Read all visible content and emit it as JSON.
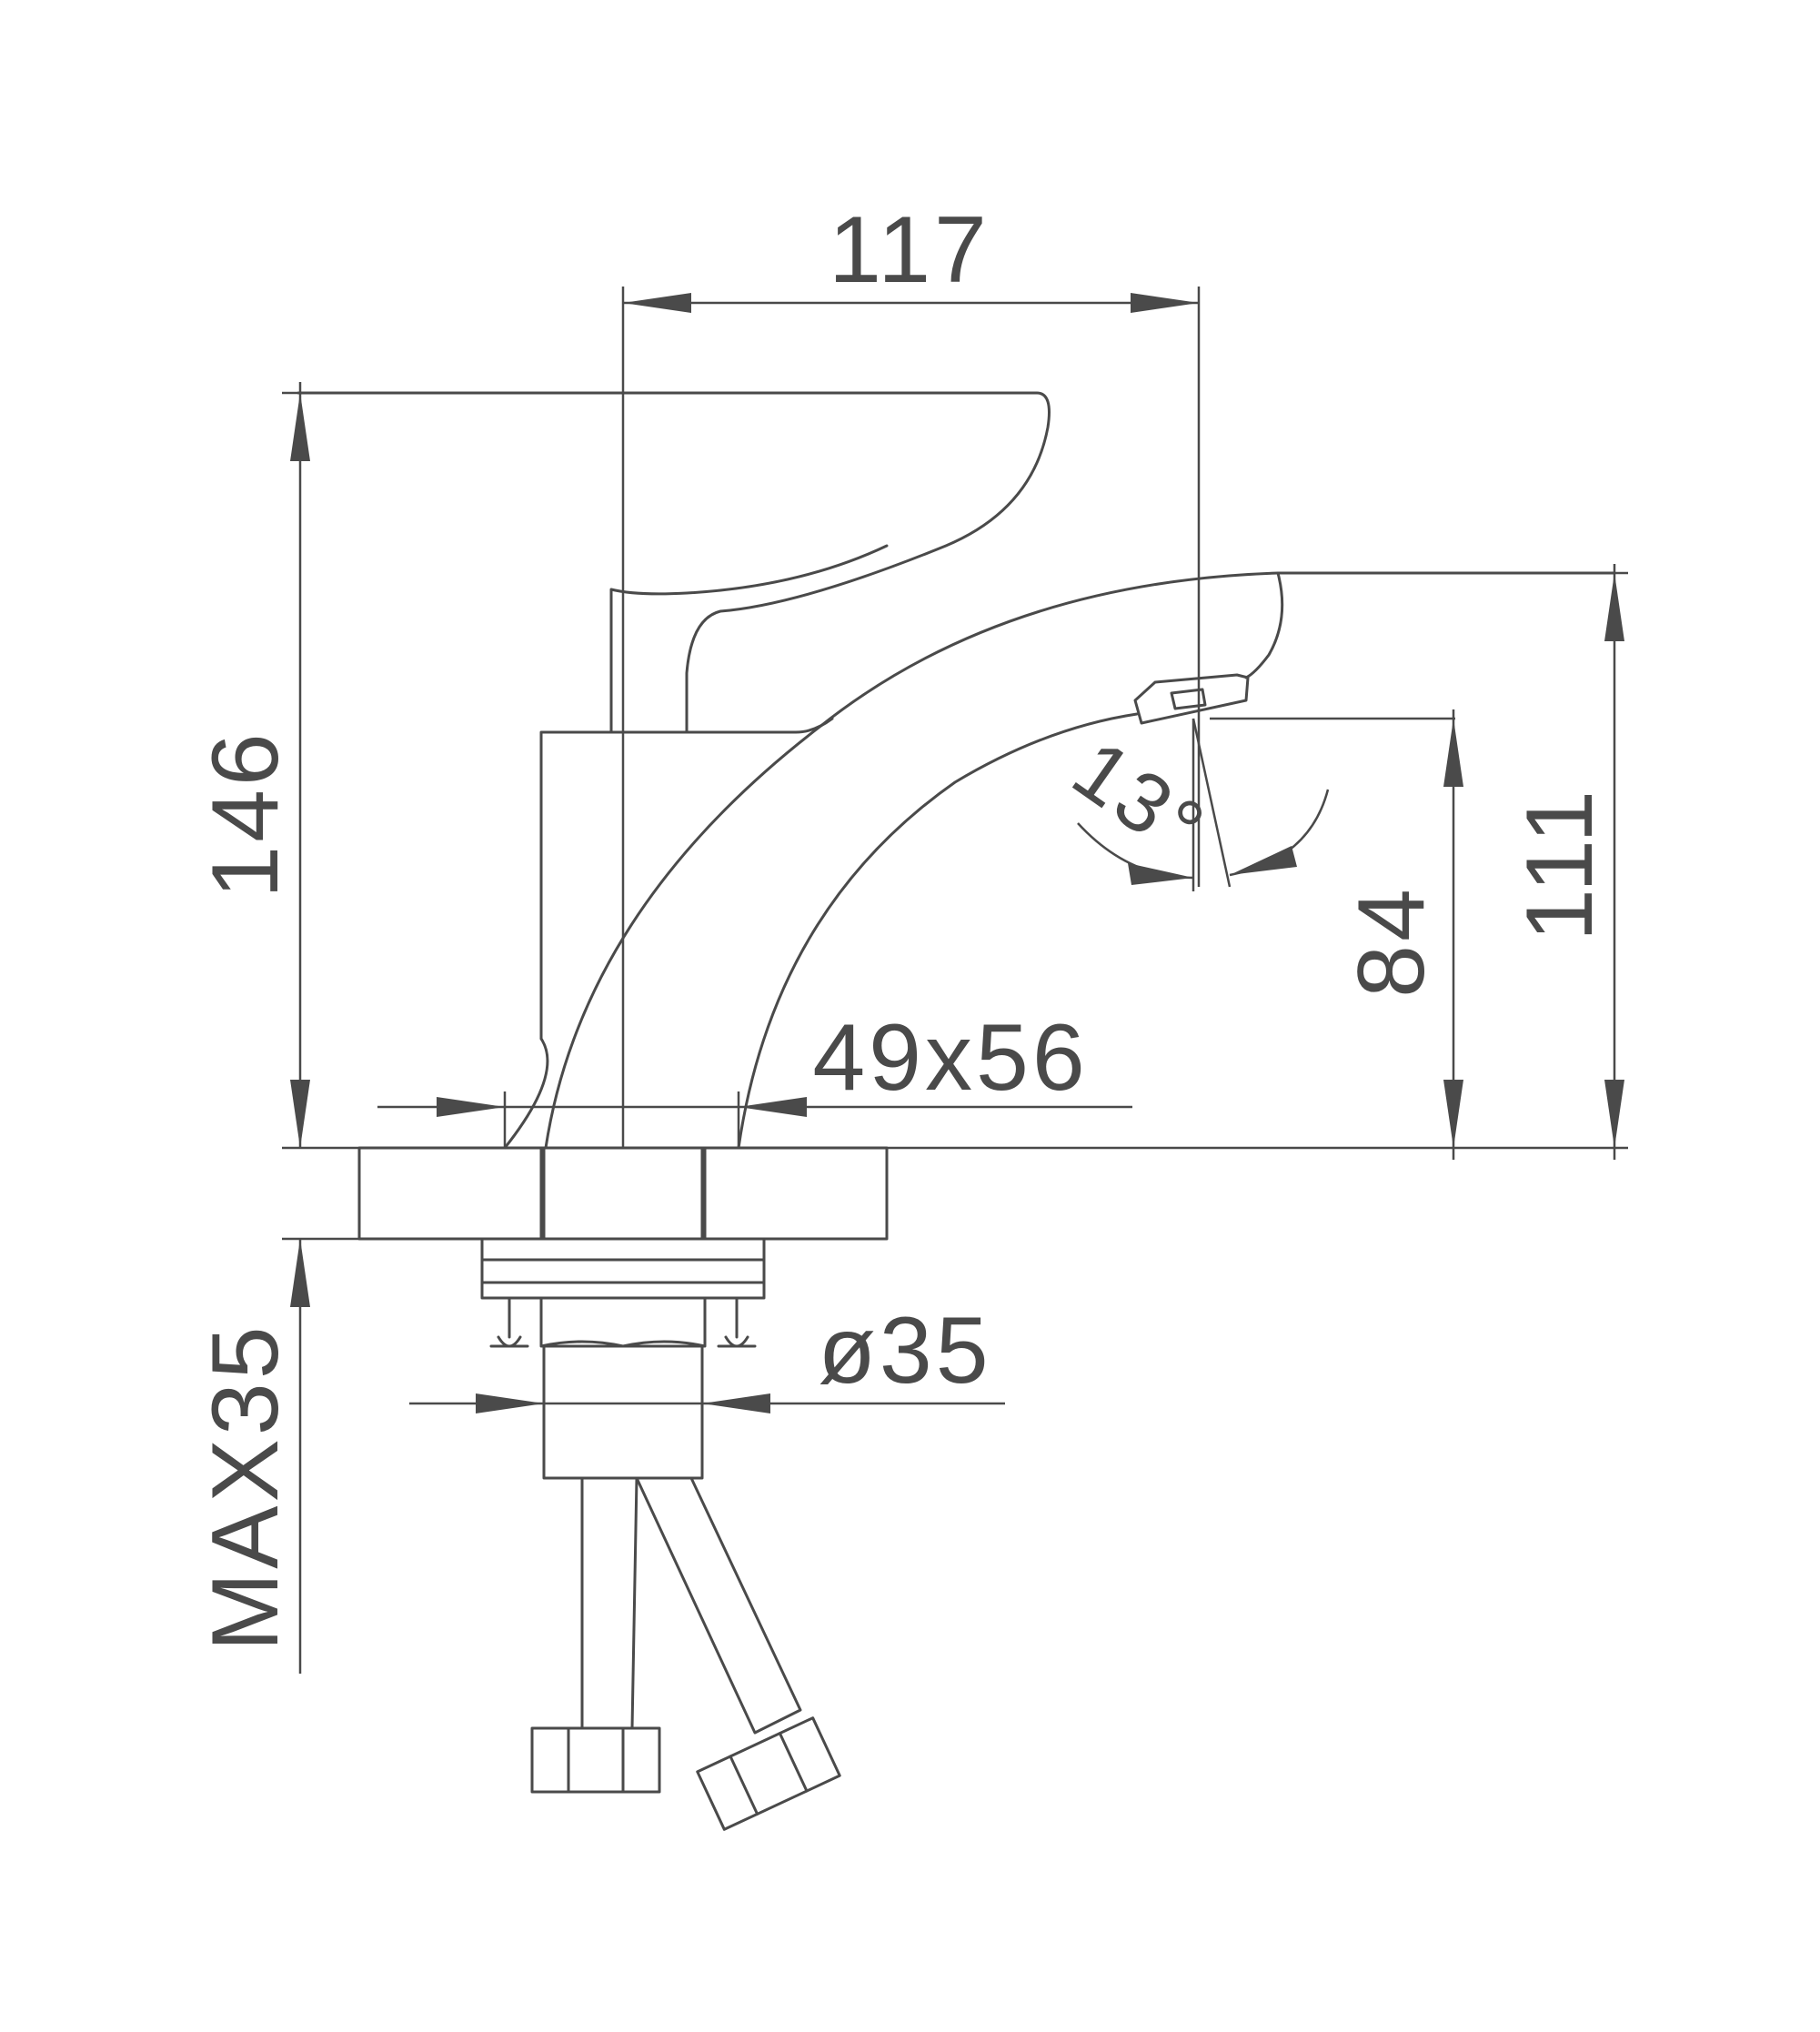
{
  "dimensions": {
    "width_top": "117",
    "height_total": "146",
    "spout_height": "111",
    "outlet_height": "84",
    "base_size": "49x56",
    "shank_diameter": "ø35",
    "max_counter_thickness": "MAX35",
    "spout_angle": "13°"
  },
  "colors": {
    "line": "#4a4a4a",
    "background": "#ffffff"
  }
}
